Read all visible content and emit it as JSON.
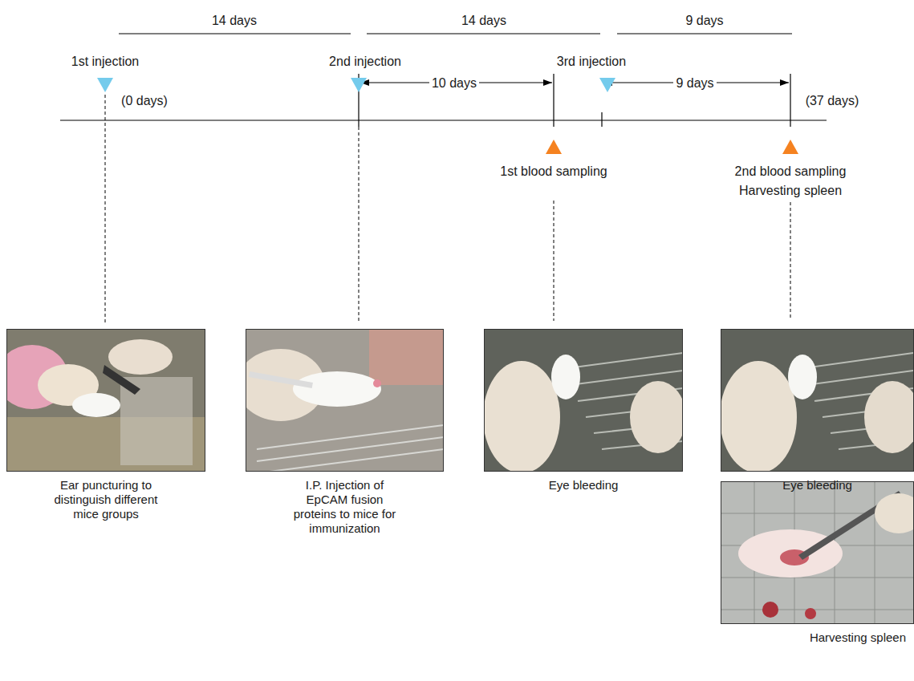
{
  "diagram": {
    "nodes": [
      {
        "text": [
          "Ear puncturing to distinguish different mice groups"
        ]
      },
      {
        "text": [
          "I.P. Injection of EpCAM fusion proteins to mice for immunization"
        ]
      },
      {
        "text": [
          "Eye bleeding"
        ]
      },
      {
        "text": [
          "Eye bleeding"
        ]
      },
      {
        "text": [
          "Harvesting spleen"
        ]
      }
    ],
    "labels": [
      "14 days",
      "14 days",
      "9 days",
      "1st injection",
      "2nd injection",
      "10 days",
      "3rd injection",
      "(0 days)",
      "9 days",
      "(37 days)",
      "1st blood sampling",
      "2nd blood sampling",
      "Harvesting spleen"
    ]
  }
}
